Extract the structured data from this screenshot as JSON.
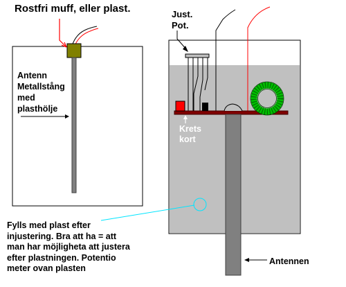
{
  "labels": {
    "muff": "Rostfri muff, eller plast.",
    "antenn": "Antenn\nMetallstång\nmed\nplasthölje",
    "just_pot": "Just.\nPot.",
    "krets_kort": "Krets\nkort",
    "fylls": "Fylls med plast efter\ninjustering. Bra att ha = att\nman har möjligheta att justera\nefter plastningen. Potentio\nmeter ovan plasten",
    "antennen": "Antennen"
  },
  "colors": {
    "fill_plastic": "#c0c0c0",
    "rod": "#808080",
    "muff": "#808000",
    "wire_red": "#ff0000",
    "toroid": "#00c000",
    "board": "#800000",
    "capacitor_red": "#ff0000",
    "leader_cyan": "#00e5ff"
  }
}
